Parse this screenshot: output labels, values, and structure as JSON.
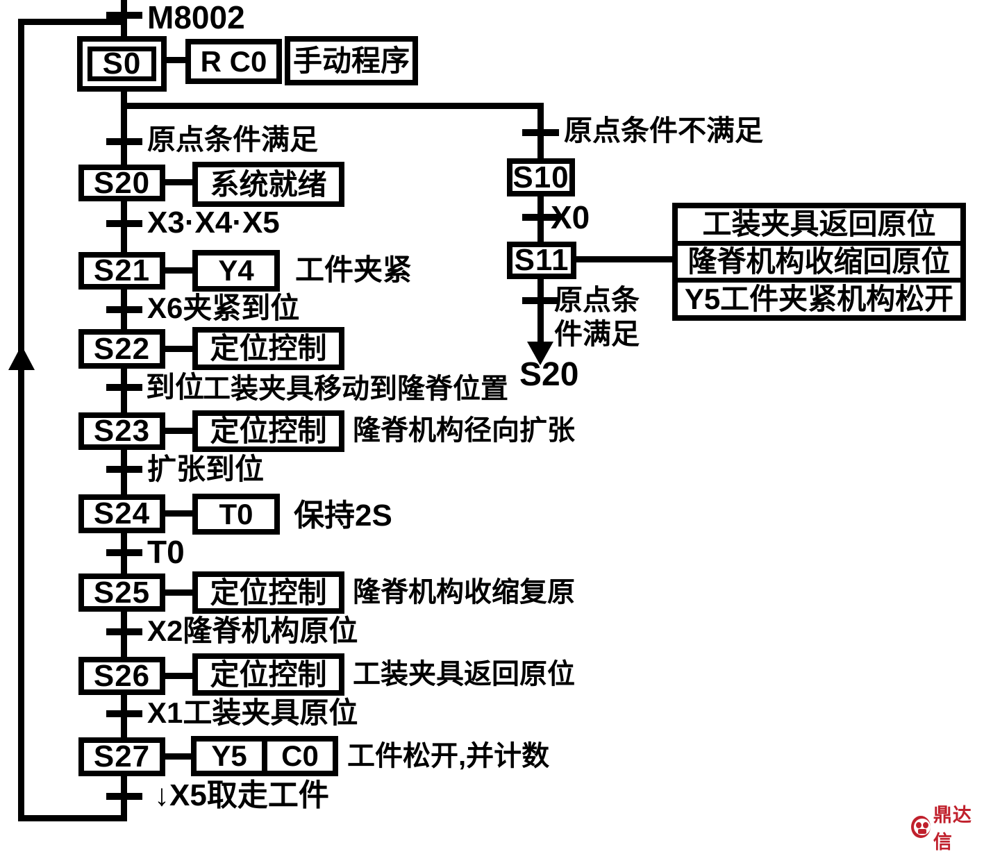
{
  "nodes": {
    "s0": "S0",
    "s10": "S10",
    "s11": "S11",
    "s20": "S20",
    "s21": "S21",
    "s22": "S22",
    "s23": "S23",
    "s24": "S24",
    "s25": "S25",
    "s26": "S26",
    "s27": "S27"
  },
  "transitions": {
    "m8002": "M8002",
    "origin_ok": "原点条件满足",
    "x3x4x5": "X3·X4·X5",
    "x6_clamped": "X6夹紧到位",
    "in_place": "到位",
    "expand_ok": "扩张到位",
    "t0": "T0",
    "x2_origin": "X2隆脊机构原位",
    "x1_origin": "X1工装夹具原位",
    "x5_take": "↓X5取走工件",
    "origin_not_ok": "原点条件不满足",
    "x0": "X0",
    "origin_ok2_line1": "原点条",
    "origin_ok2_line2": "件满足"
  },
  "actions": {
    "rc0": "R C0",
    "manual": "手动程序",
    "ready": "系统就绪",
    "y4": "Y4",
    "pos": "定位控制",
    "t0": "T0",
    "y5": "Y5",
    "c0": "C0",
    "stack": [
      "工装夹具返回原位",
      "隆脊机构收缩回原位",
      "Y5工件夹紧机构松开"
    ]
  },
  "notes": {
    "clamp": "工件夹紧",
    "move": "工装夹具移动到隆脊位置",
    "expand": "隆脊机构径向扩张",
    "hold": "保持2S",
    "shrink": "隆脊机构收缩复原",
    "return": "工装夹具返回原位",
    "release": "工件松开,并计数"
  },
  "jump": {
    "s20": "S20"
  },
  "watermark": {
    "text": "鼎达信",
    "color": "#c0202c"
  }
}
